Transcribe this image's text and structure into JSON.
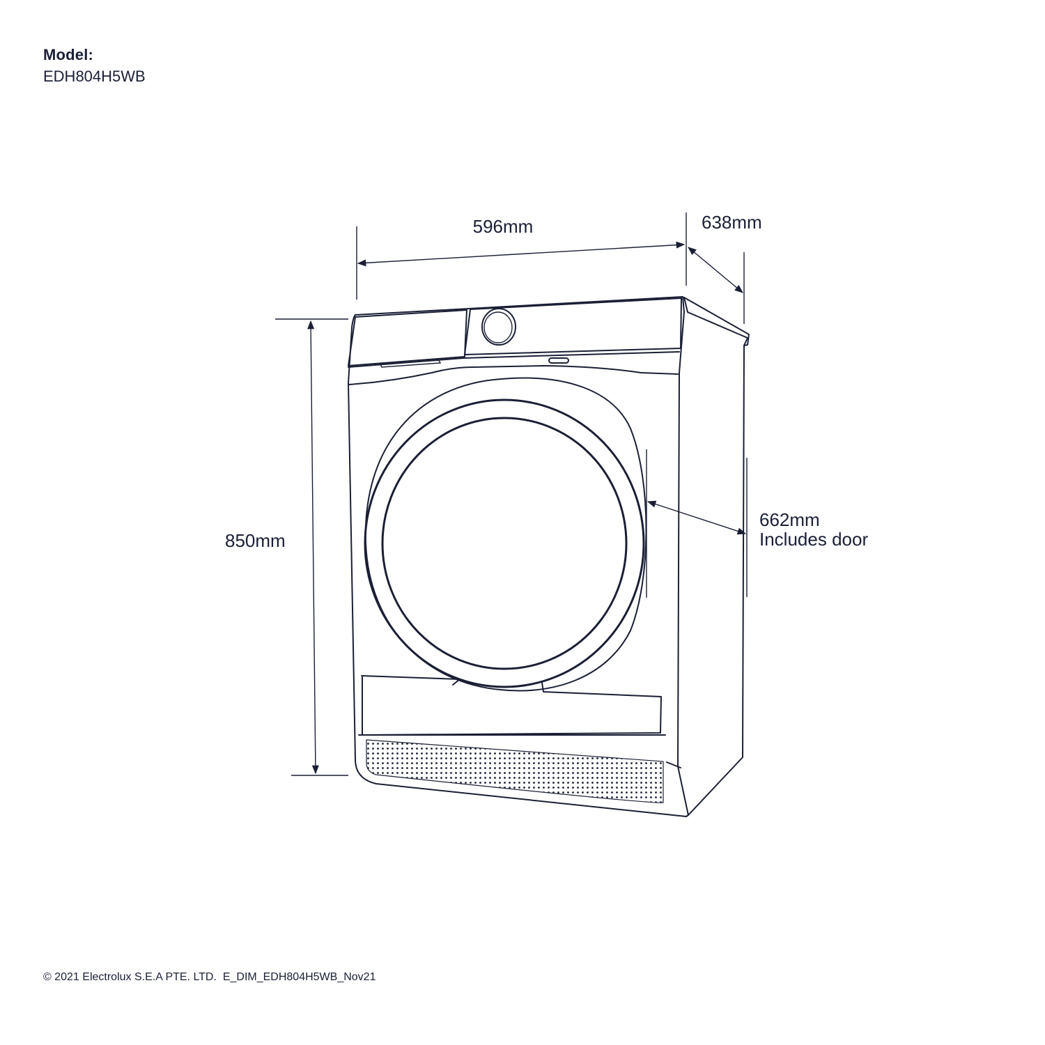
{
  "header": {
    "model_label": "Model:",
    "model_number": "EDH804H5WB"
  },
  "dimensions": {
    "width": "596mm",
    "depth": "638mm",
    "height": "850mm",
    "depth_with_door": "662mm",
    "depth_with_door_note": "Includes door"
  },
  "footer": {
    "copyright": "© 2021 Electrolux S.E.A PTE. LTD.  E_DIM_EDH804H5WB_Nov21"
  },
  "colors": {
    "ink": "#1a1f36",
    "background": "#ffffff"
  }
}
